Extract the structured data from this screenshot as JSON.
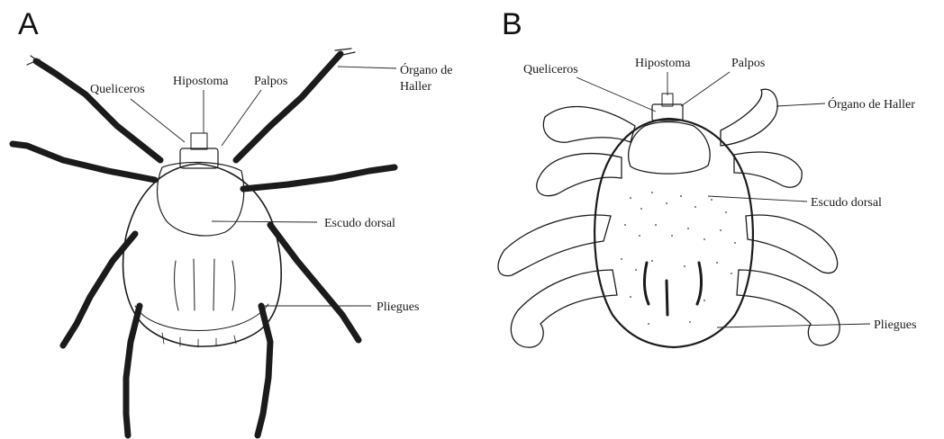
{
  "figure": {
    "panel_a": {
      "letter": "A",
      "labels": {
        "queliceros": "Queliceros",
        "hipostoma": "Hipostoma",
        "palpos": "Palpos",
        "organo_line1": "Órgano de",
        "organo_line2": "Haller",
        "escudo": "Escudo dorsal",
        "pliegues": "Pliegues"
      }
    },
    "panel_b": {
      "letter": "B",
      "labels": {
        "queliceros": "Queliceros",
        "hipostoma": "Hipostoma",
        "palpos": "Palpos",
        "organo": "Órgano de Haller",
        "escudo": "Escudo dorsal",
        "pliegues": "Pliegues"
      }
    }
  }
}
